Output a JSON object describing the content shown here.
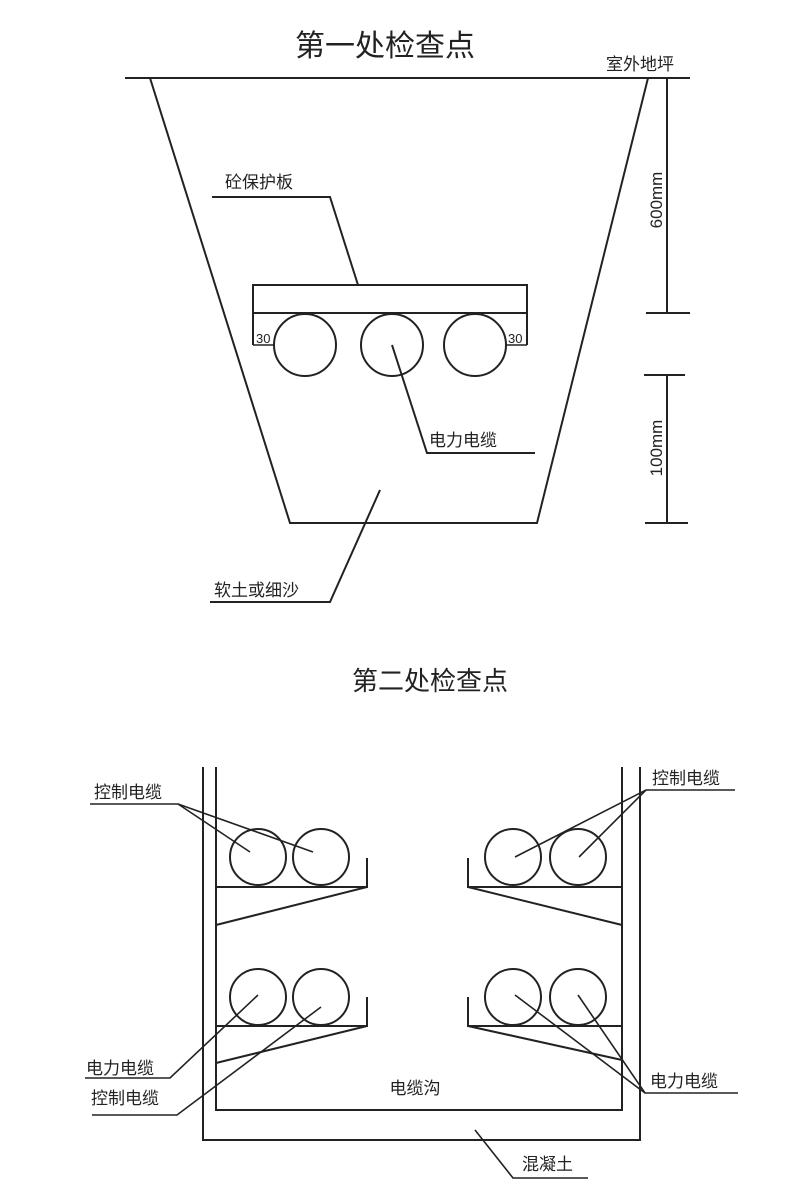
{
  "diagram1": {
    "title": "第一处检查点",
    "ground_label": "室外地坪",
    "slab_label": "砼保护板",
    "cable_label": "电力电缆",
    "soil_label": "软土或细沙",
    "gap_left": "30",
    "gap_right": "30",
    "dim_depth": "600mm",
    "dim_bottom": "100mm"
  },
  "diagram2": {
    "title": "第二处检查点",
    "left_top_label": "控制电缆",
    "left_power_label": "电力电缆",
    "left_control_label": "控制电缆",
    "right_top_label": "控制电缆",
    "right_power_label": "电力电缆",
    "trench_label": "电缆沟",
    "concrete_label": "混凝土"
  }
}
